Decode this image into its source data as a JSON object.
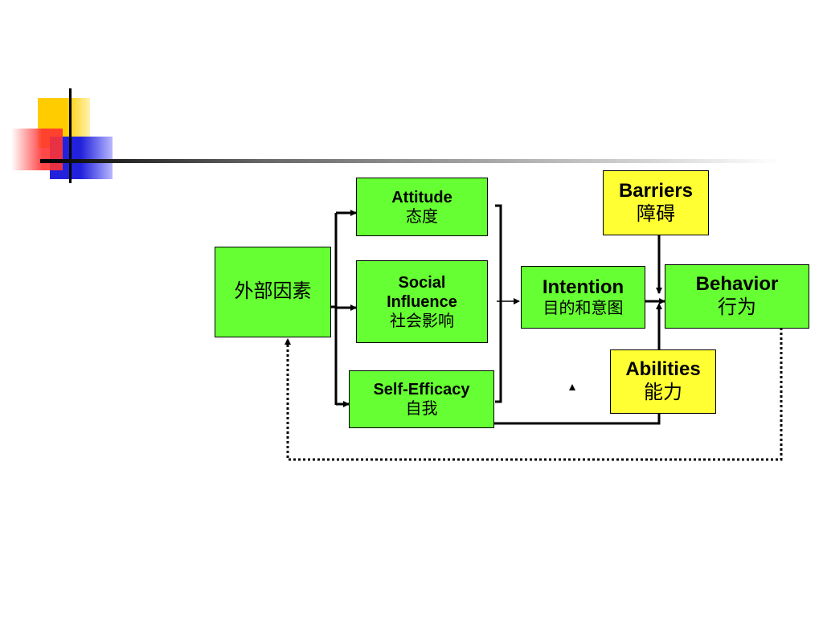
{
  "colors": {
    "green_box": "#66ff33",
    "yellow_box": "#ffff33",
    "deco_yellow": "#ffcc00",
    "deco_red": "#ff3333",
    "deco_blue": "#2222dd",
    "line": "#000000"
  },
  "diagram": {
    "external_factors": {
      "zh": "外部因素"
    },
    "attitude": {
      "en": "Attitude",
      "zh": "态度"
    },
    "social_influence": {
      "en1": "Social",
      "en2": "Influence",
      "zh": "社会影响"
    },
    "self_efficacy": {
      "en": "Self-Efficacy",
      "zh": "自我"
    },
    "intention": {
      "en": "Intention",
      "zh": "目的和意图"
    },
    "barriers": {
      "en": "Barriers",
      "zh": "障碍"
    },
    "abilities": {
      "en": "Abilities",
      "zh": "能力"
    },
    "behavior": {
      "en": "Behavior",
      "zh": "行为"
    }
  }
}
